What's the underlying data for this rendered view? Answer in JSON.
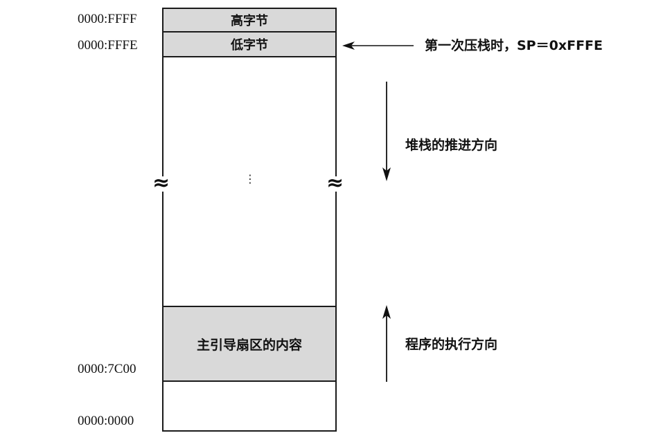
{
  "addresses": {
    "ffff": "0000:FFFF",
    "fffe": "0000:FFFE",
    "a7c00": "0000:7C00",
    "a0000": "0000:0000"
  },
  "cells": {
    "high_byte": "高字节",
    "low_byte": "低字节",
    "boot_sector": "主引导扇区的内容"
  },
  "annotations": {
    "first_push": "第一次压栈时，SP＝0xFFFE",
    "stack_direction": "堆栈的推进方向",
    "exec_direction": "程序的执行方向"
  },
  "ellipsis": "⋮",
  "break_symbol": "≈"
}
